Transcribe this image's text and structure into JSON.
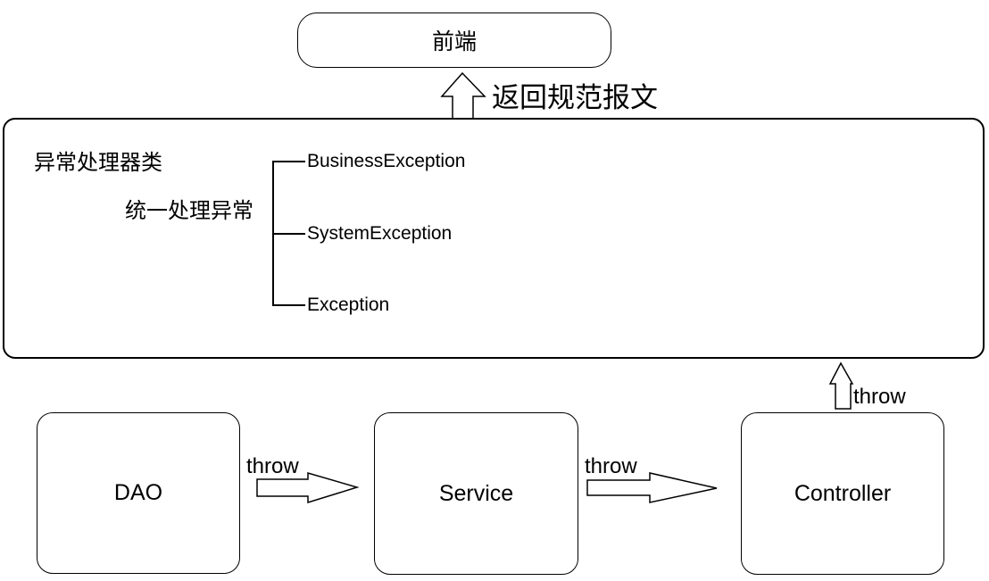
{
  "diagram": {
    "frontend_label": "前端",
    "return_message_label": "返回规范报文",
    "handler": {
      "title": "异常处理器类",
      "subtitle": "统一处理异常",
      "exceptions": [
        "BusinessException",
        "SystemException",
        "Exception"
      ]
    },
    "layers": {
      "dao": "DAO",
      "service": "Service",
      "controller": "Controller"
    },
    "throws": {
      "dao_to_service": "throw",
      "service_to_controller": "throw",
      "controller_to_handler": "throw"
    },
    "colors": {
      "line": "#000000",
      "background": "#ffffff"
    }
  }
}
